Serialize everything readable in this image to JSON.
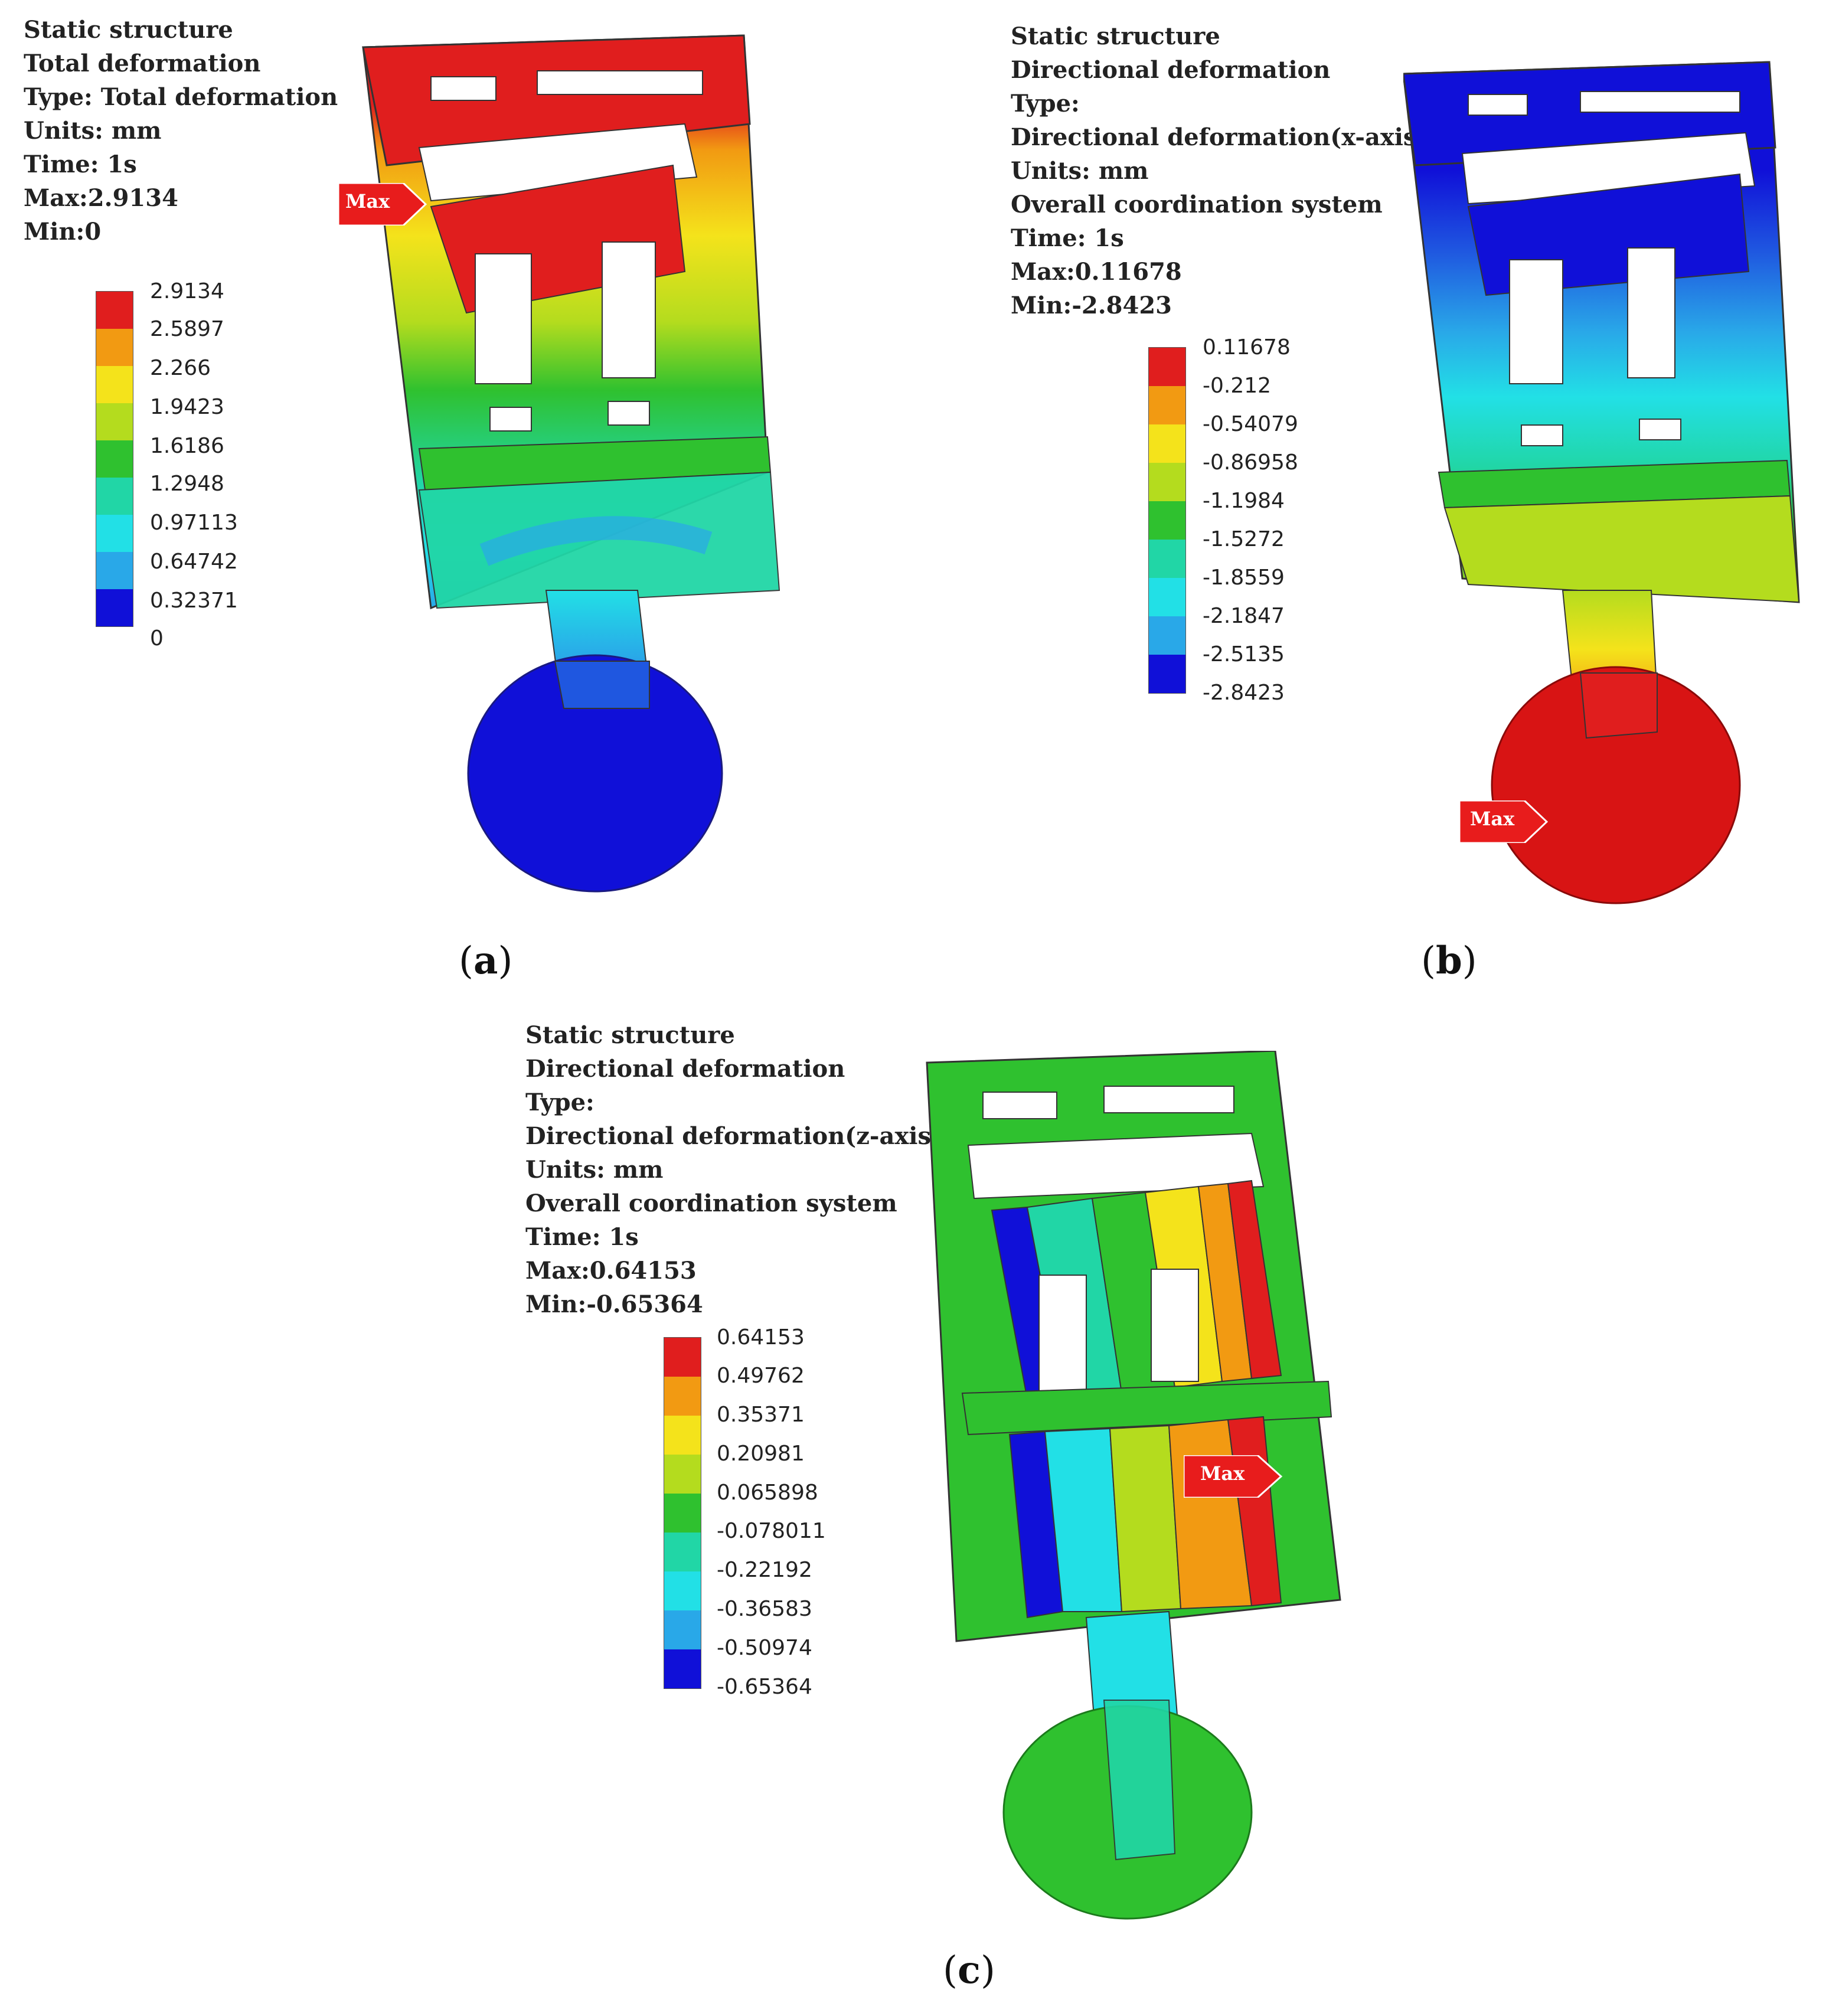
{
  "panels": [
    {
      "id": "a",
      "caption_letter": "a",
      "info": [
        "Static structure",
        "Total deformation",
        "Type: Total deformation",
        "Units: mm",
        "Time:  1s",
        "Max:2.9134",
        "Min:0"
      ],
      "legend": [
        "2.9134",
        "2.5897",
        "2.266",
        "1.9423",
        "1.6186",
        "1.2948",
        "0.97113",
        "0.64742",
        "0.32371",
        "0"
      ],
      "max_tag": "Max"
    },
    {
      "id": "b",
      "caption_letter": "b",
      "info": [
        "Static structure",
        "Directional deformation",
        "Type:",
        "Directional deformation(x-axis)",
        "Units: mm",
        "Overall coordination system",
        "Time:  1s",
        "Max:0.11678",
        "Min:-2.8423"
      ],
      "legend": [
        "0.11678",
        "-0.212",
        "-0.54079",
        "-0.86958",
        "-1.1984",
        "-1.5272",
        "-1.8559",
        "-2.1847",
        "-2.5135",
        "-2.8423"
      ],
      "max_tag": "Max"
    },
    {
      "id": "c",
      "caption_letter": "c",
      "info": [
        "Static structure",
        "Directional deformation",
        "Type:",
        "Directional deformation(z-axis)",
        "Units: mm",
        "Overall coordination system",
        "Time:  1s",
        "Max:0.64153",
        "Min:-0.65364"
      ],
      "legend": [
        "0.64153",
        "0.49762",
        "0.35371",
        "0.20981",
        "0.065898",
        "-0.078011",
        "-0.22192",
        "-0.36583",
        "-0.50974",
        "-0.65364"
      ],
      "max_tag": "Max"
    }
  ],
  "colors": {
    "scale": [
      "#e01e1e",
      "#f29a12",
      "#f4e31b",
      "#b4dc1e",
      "#2fc12f",
      "#21d6a6",
      "#22e0e6",
      "#29a8e8",
      "#1f57e0",
      "#1010d8"
    ],
    "marker": "#e81c1c"
  }
}
